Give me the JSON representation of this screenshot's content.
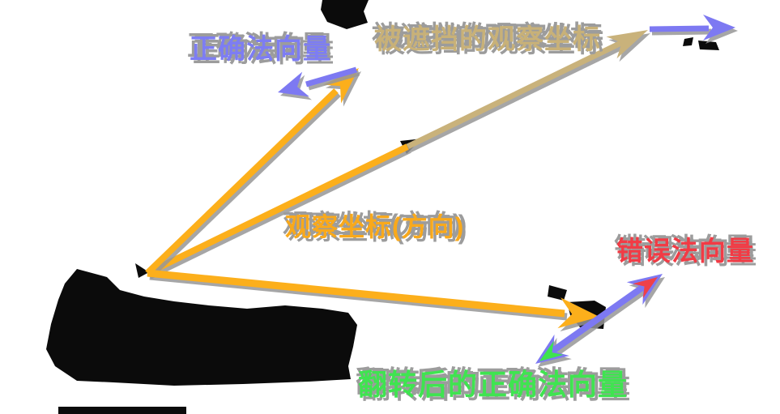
{
  "figure": {
    "background_color": "#ffffff",
    "labels": {
      "correct_normal": {
        "text": "正确法向量",
        "color": "#7d7df3"
      },
      "occluded_view": {
        "text": "被遮挡的观察坐标",
        "color": "#c8b178"
      },
      "view_direction": {
        "text": "观察坐标(方向)",
        "color": "#f9a91b"
      },
      "wrong_normal": {
        "text": "错误法向量",
        "color": "#f23b45"
      },
      "flipped_normal": {
        "text": "翻转后的正确法向量",
        "color": "#3fe450"
      }
    },
    "colors": {
      "orange": "#fcaf1b",
      "tan": "#c9b27b",
      "purple": "#7d79f2",
      "red_fill": "#ef4048",
      "green_fill": "#3ee44f",
      "black": "#0b0b0b",
      "shadow_gray": "#9c9c9c"
    },
    "arrows": {
      "correct_normal_arrow": {
        "color_key": "purple",
        "description": "short arrow pointing down-left from tip of steep orange vector"
      },
      "steep_view_vector": {
        "color_key": "orange",
        "description": "thick arrow from origin up-right"
      },
      "view_ray_visible": {
        "color_key": "orange",
        "description": "ray from origin toward upper right, visible part"
      },
      "view_ray_occluded": {
        "color_key": "tan",
        "description": "occluded continuation of view ray with tan arrowhead"
      },
      "top_right_arrow": {
        "color_key": "purple",
        "description": "horizontal purple arrow at upper right"
      },
      "bottom_view_vector": {
        "color_key": "orange",
        "description": "long nearly-horizontal arrow from origin to lower right"
      },
      "normal_double_arrow": {
        "color_key": "purple",
        "description": "double-headed arrow, red head up-right (wrong normal), green head down-left (flipped correct normal)"
      }
    }
  }
}
